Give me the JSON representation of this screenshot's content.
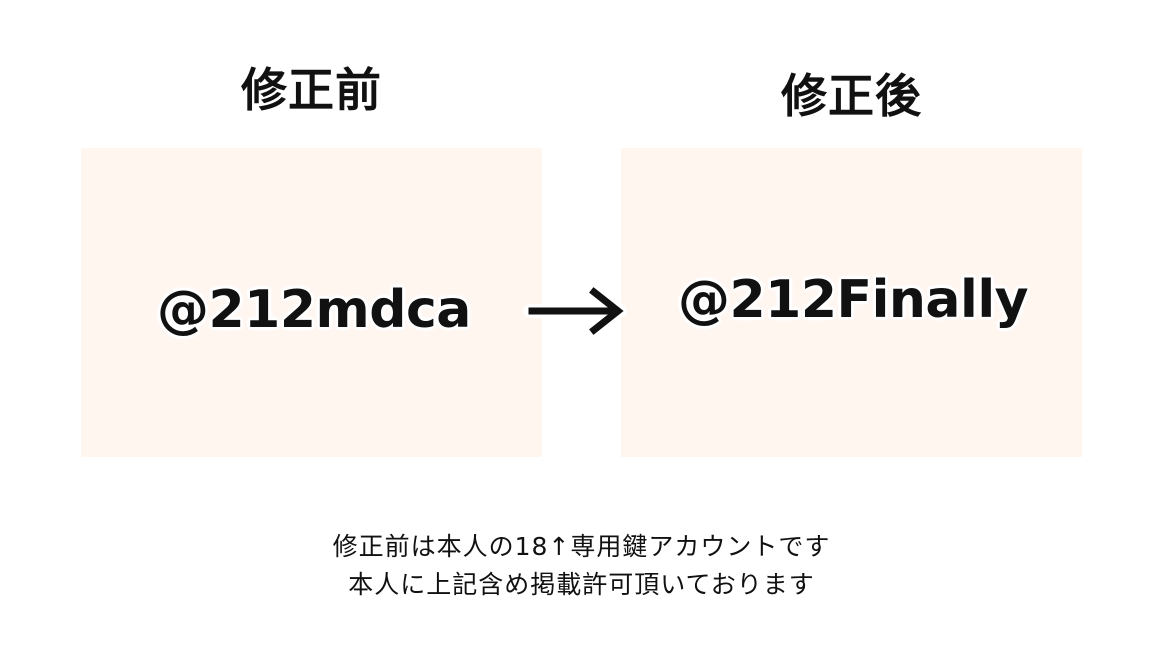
{
  "headings": {
    "before": "修正前",
    "after": "修正後"
  },
  "handles": {
    "before": "@212mdca",
    "after": "@212Finally"
  },
  "icons": {
    "arrow": "right-arrow-icon"
  },
  "colors": {
    "panel_background": "#fff6f0",
    "text": "#111111",
    "page_background": "#ffffff"
  },
  "caption": {
    "line1": "修正前は本人の18↑専用鍵アカウントです",
    "line2": "本人に上記含め掲載許可頂いております"
  }
}
